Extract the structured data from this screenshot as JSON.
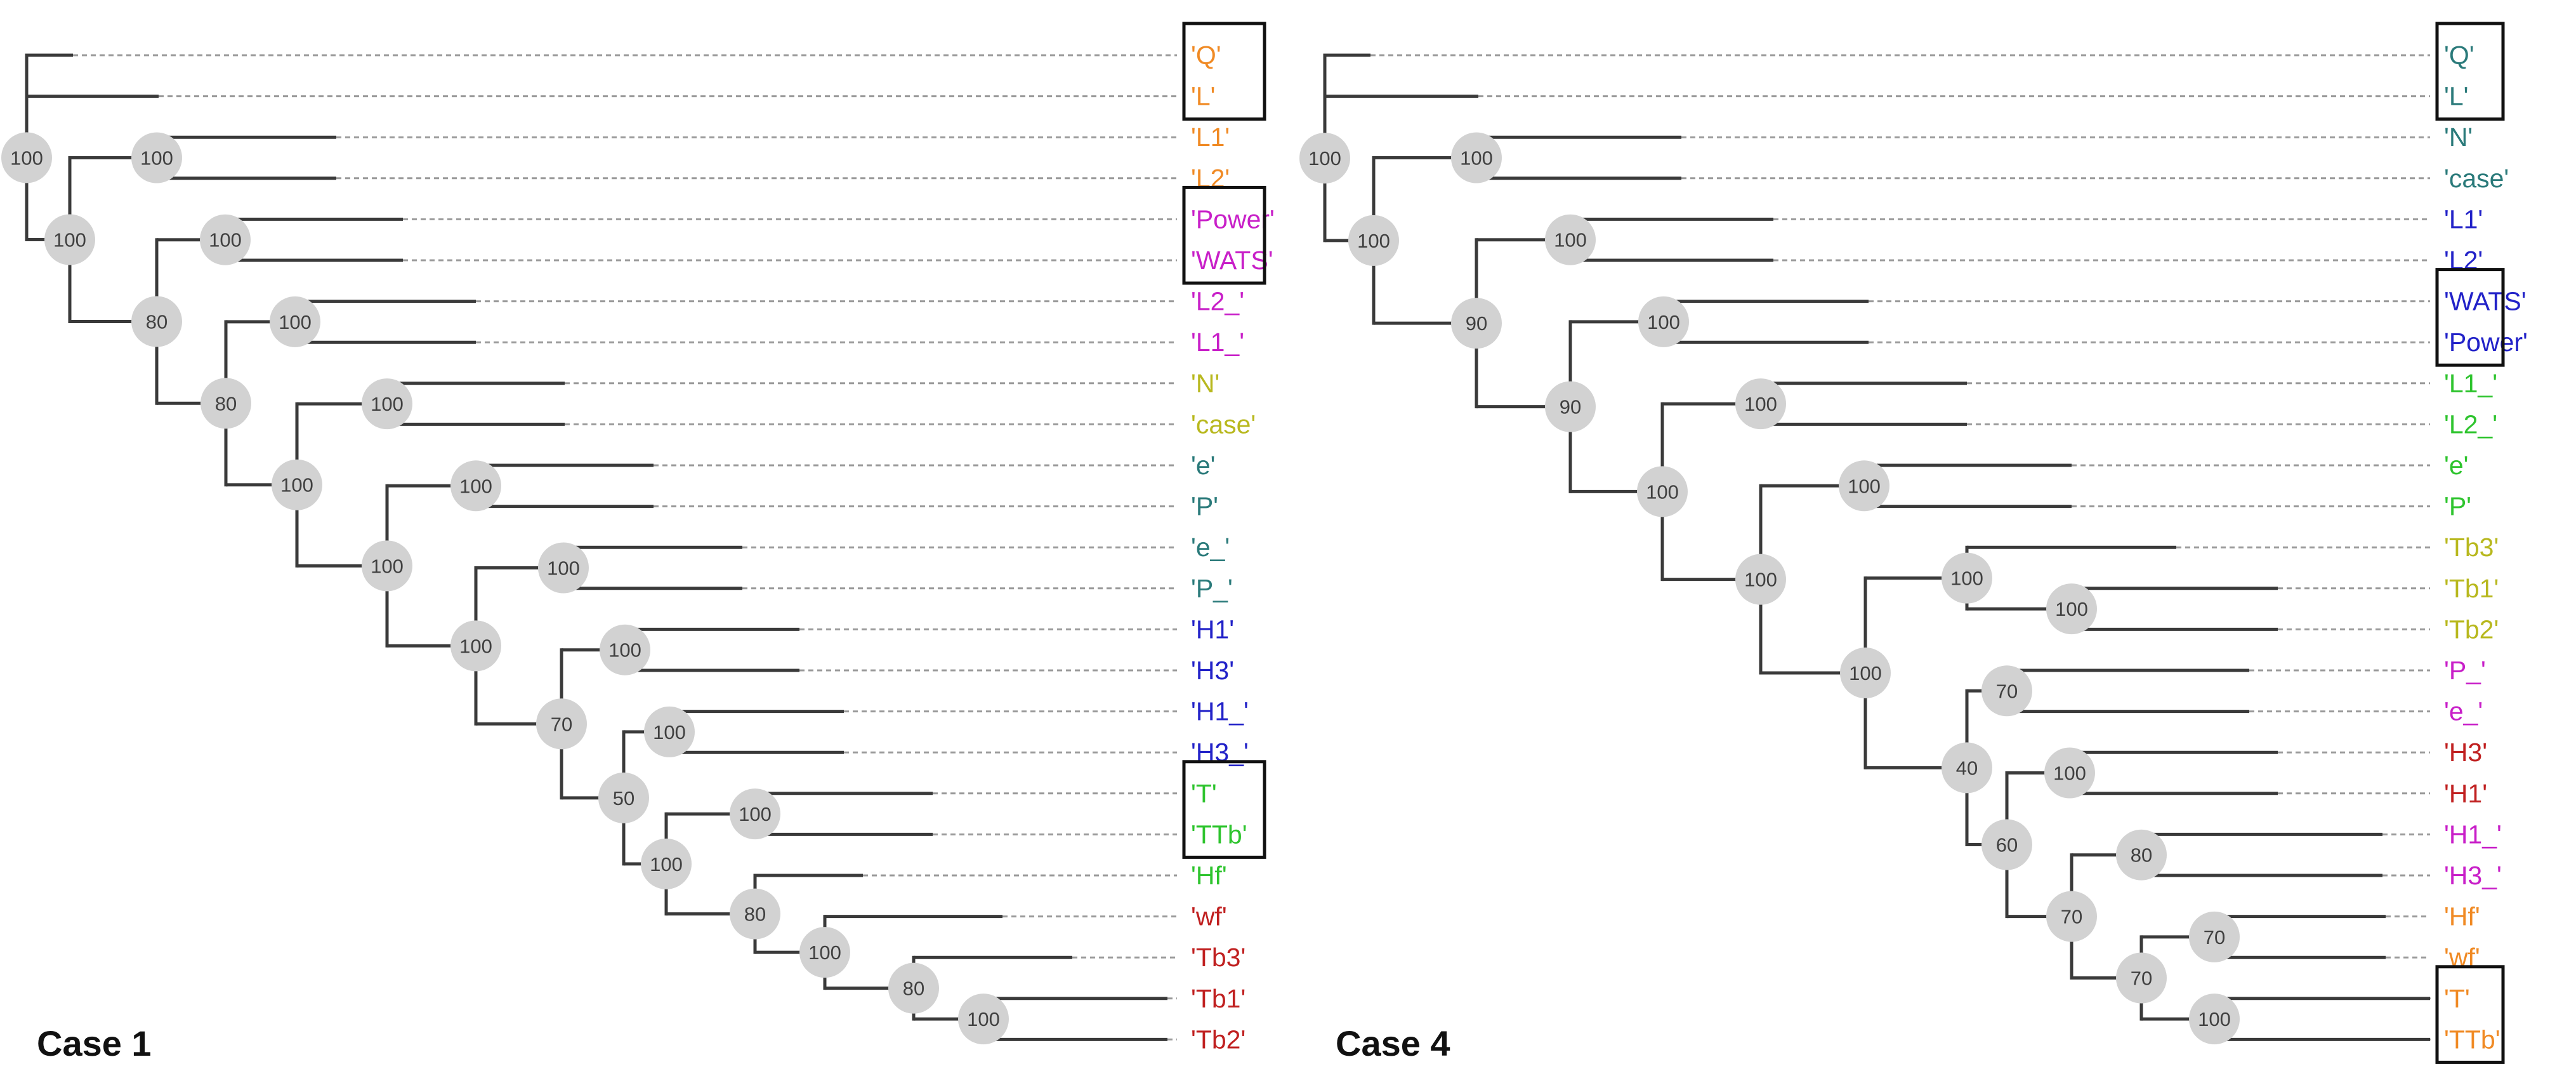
{
  "colors": {
    "orange": "#F08A24",
    "magenta": "#C81FC8",
    "olive": "#B8B81E",
    "teal": "#2A7A7A",
    "blue": "#2222C8",
    "green": "#2EC42E",
    "red": "#C02020",
    "node_fill": "#D2D2D2",
    "branch": "#3A3A3A",
    "dash": "#9A9A9A"
  },
  "panels": [
    {
      "title": "Case 1",
      "leaves": [
        {
          "label": "'Q'",
          "color": "orange"
        },
        {
          "label": "'L'",
          "color": "orange"
        },
        {
          "label": "'L1'",
          "color": "orange"
        },
        {
          "label": "'L2'",
          "color": "orange"
        },
        {
          "label": "'Power'",
          "color": "magenta"
        },
        {
          "label": "'WATS'",
          "color": "magenta"
        },
        {
          "label": "'L2_'",
          "color": "magenta"
        },
        {
          "label": "'L1_'",
          "color": "magenta"
        },
        {
          "label": "'N'",
          "color": "olive"
        },
        {
          "label": "'case'",
          "color": "olive"
        },
        {
          "label": "'e'",
          "color": "teal"
        },
        {
          "label": "'P'",
          "color": "teal"
        },
        {
          "label": "'e_'",
          "color": "teal"
        },
        {
          "label": "'P_'",
          "color": "teal"
        },
        {
          "label": "'H1'",
          "color": "blue"
        },
        {
          "label": "'H3'",
          "color": "blue"
        },
        {
          "label": "'H1_'",
          "color": "blue"
        },
        {
          "label": "'H3_'",
          "color": "blue"
        },
        {
          "label": "'T'",
          "color": "green"
        },
        {
          "label": "'TTb'",
          "color": "green"
        },
        {
          "label": "'Hf'",
          "color": "green"
        },
        {
          "label": "'wf'",
          "color": "red"
        },
        {
          "label": "'Tb3'",
          "color": "red"
        },
        {
          "label": "'Tb1'",
          "color": "red"
        },
        {
          "label": "'Tb2'",
          "color": "red"
        }
      ],
      "nodes": [
        {
          "id": "r",
          "value": "100",
          "children": [
            "n1",
            "n2"
          ]
        },
        {
          "id": "n2",
          "value": "100",
          "children": [
            "n3",
            "n4"
          ]
        },
        {
          "id": "n3",
          "value": "100",
          "children": [
            2,
            3
          ]
        },
        {
          "id": "n4",
          "value": "80",
          "children": [
            "n5",
            "n6"
          ]
        },
        {
          "id": "n5",
          "value": "100",
          "children": [
            4,
            5
          ]
        },
        {
          "id": "n6",
          "value": "80",
          "children": [
            "n7",
            "n8"
          ]
        },
        {
          "id": "n7",
          "value": "100",
          "children": [
            6,
            7
          ]
        },
        {
          "id": "n8",
          "value": "100",
          "children": [
            "n9",
            "n10"
          ]
        },
        {
          "id": "n9",
          "value": "100",
          "children": [
            8,
            9
          ]
        },
        {
          "id": "n10",
          "value": "100",
          "children": [
            "n11",
            "n12"
          ]
        },
        {
          "id": "n11",
          "value": "100",
          "children": [
            10,
            11
          ]
        },
        {
          "id": "n12",
          "value": "100",
          "children": [
            "n13",
            "n14"
          ]
        },
        {
          "id": "n13",
          "value": "100",
          "children": [
            12,
            13
          ]
        },
        {
          "id": "n14",
          "value": "70",
          "children": [
            "n15",
            "n16"
          ]
        },
        {
          "id": "n15",
          "value": "100",
          "children": [
            14,
            15
          ]
        },
        {
          "id": "n16",
          "value": "50",
          "children": [
            "n17",
            "n18"
          ]
        },
        {
          "id": "n17",
          "value": "100",
          "children": [
            16,
            17
          ]
        },
        {
          "id": "n18",
          "value": "100",
          "children": [
            "n19",
            "n20"
          ]
        },
        {
          "id": "n19",
          "value": "100",
          "children": [
            18,
            19
          ]
        },
        {
          "id": "n20",
          "value": "80",
          "children": [
            20,
            "n21"
          ]
        },
        {
          "id": "n21",
          "value": "100",
          "children": [
            21,
            "n22"
          ]
        },
        {
          "id": "n22",
          "value": "80",
          "children": [
            22,
            "n23"
          ]
        },
        {
          "id": "n23",
          "value": "100",
          "children": [
            23,
            24
          ]
        }
      ],
      "unlabeled_nodes": [
        {
          "id": "n1",
          "children": [
            0,
            1
          ]
        }
      ],
      "boxed_leaf_groups": [
        [
          0,
          1
        ],
        [
          4,
          5
        ],
        [
          18,
          19
        ]
      ]
    },
    {
      "title": "Case 4",
      "leaves": [
        {
          "label": "'Q'",
          "color": "teal"
        },
        {
          "label": "'L'",
          "color": "teal"
        },
        {
          "label": "'N'",
          "color": "teal"
        },
        {
          "label": "'case'",
          "color": "teal"
        },
        {
          "label": "'L1'",
          "color": "blue"
        },
        {
          "label": "'L2'",
          "color": "blue"
        },
        {
          "label": "'WATS'",
          "color": "blue"
        },
        {
          "label": "'Power'",
          "color": "blue"
        },
        {
          "label": "'L1_'",
          "color": "green"
        },
        {
          "label": "'L2_'",
          "color": "green"
        },
        {
          "label": "'e'",
          "color": "green"
        },
        {
          "label": "'P'",
          "color": "green"
        },
        {
          "label": "'Tb3'",
          "color": "olive"
        },
        {
          "label": "'Tb1'",
          "color": "olive"
        },
        {
          "label": "'Tb2'",
          "color": "olive"
        },
        {
          "label": "'P_'",
          "color": "magenta"
        },
        {
          "label": "'e_'",
          "color": "magenta"
        },
        {
          "label": "'H3'",
          "color": "red"
        },
        {
          "label": "'H1'",
          "color": "red"
        },
        {
          "label": "'H1_'",
          "color": "magenta"
        },
        {
          "label": "'H3_'",
          "color": "magenta"
        },
        {
          "label": "'Hf'",
          "color": "orange"
        },
        {
          "label": "'wf'",
          "color": "orange"
        },
        {
          "label": "'T'",
          "color": "orange"
        },
        {
          "label": "'TTb'",
          "color": "orange"
        }
      ],
      "nodes": [
        {
          "id": "r",
          "value": "100",
          "children": [
            "m1",
            "m2"
          ]
        },
        {
          "id": "m2",
          "value": "100",
          "children": [
            "m3",
            "m4"
          ]
        },
        {
          "id": "m3",
          "value": "100",
          "children": [
            2,
            3
          ]
        },
        {
          "id": "m4",
          "value": "90",
          "children": [
            "m5",
            "m6"
          ]
        },
        {
          "id": "m5",
          "value": "100",
          "children": [
            4,
            5
          ]
        },
        {
          "id": "m6",
          "value": "90",
          "children": [
            "m7",
            "m8"
          ]
        },
        {
          "id": "m7",
          "value": "100",
          "children": [
            6,
            7
          ]
        },
        {
          "id": "m8",
          "value": "100",
          "children": [
            "m9",
            "m10"
          ]
        },
        {
          "id": "m9",
          "value": "100",
          "children": [
            8,
            9
          ]
        },
        {
          "id": "m10",
          "value": "100",
          "children": [
            "m11",
            "m12"
          ]
        },
        {
          "id": "m11",
          "value": "100",
          "children": [
            10,
            11
          ]
        },
        {
          "id": "m12",
          "value": "100",
          "children": [
            "m13",
            "m15"
          ]
        },
        {
          "id": "m13",
          "value": "100",
          "children": [
            12,
            "m14"
          ]
        },
        {
          "id": "m14",
          "value": "100",
          "children": [
            13,
            14
          ]
        },
        {
          "id": "m15",
          "value": "40",
          "children": [
            "m16",
            "m17"
          ]
        },
        {
          "id": "m16",
          "value": "70",
          "children": [
            15,
            16
          ]
        },
        {
          "id": "m17",
          "value": "60",
          "children": [
            "m18",
            "m19"
          ]
        },
        {
          "id": "m18",
          "value": "100",
          "children": [
            17,
            18
          ]
        },
        {
          "id": "m19",
          "value": "70",
          "children": [
            "m20",
            "m21"
          ]
        },
        {
          "id": "m20",
          "value": "80",
          "children": [
            19,
            20
          ]
        },
        {
          "id": "m21",
          "value": "70",
          "children": [
            "m22",
            "m23"
          ]
        },
        {
          "id": "m22",
          "value": "70",
          "children": [
            21,
            22
          ]
        },
        {
          "id": "m23",
          "value": "100",
          "children": [
            23,
            24
          ]
        }
      ],
      "unlabeled_nodes": [
        {
          "id": "m1",
          "children": [
            0,
            1
          ]
        }
      ],
      "boxed_leaf_groups": [
        [
          0,
          1
        ],
        [
          6,
          7
        ],
        [
          23,
          24
        ]
      ]
    }
  ]
}
